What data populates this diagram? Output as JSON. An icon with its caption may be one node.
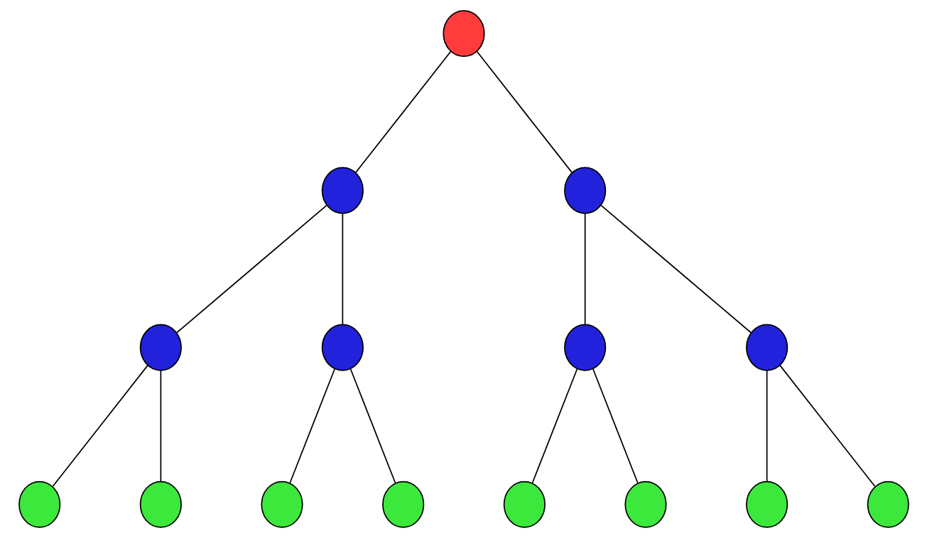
{
  "diagram": {
    "nodes": [
      {
        "text": [],
        "shape": "circle"
      },
      {
        "text": [],
        "shape": "circle"
      },
      {
        "text": [],
        "shape": "circle"
      },
      {
        "text": [],
        "shape": "circle"
      },
      {
        "text": [],
        "shape": "circle"
      },
      {
        "text": [],
        "shape": "circle"
      },
      {
        "text": [],
        "shape": "circle"
      },
      {
        "text": [],
        "shape": "circle"
      },
      {
        "text": [],
        "shape": "circle"
      },
      {
        "text": [],
        "shape": "circle"
      },
      {
        "text": [],
        "shape": "circle"
      },
      {
        "text": [],
        "shape": "circle"
      },
      {
        "text": [],
        "shape": "circle"
      },
      {
        "text": [],
        "shape": "circle"
      },
      {
        "text": [],
        "shape": "circle"
      }
    ],
    "edges": [
      {
        "from": 0,
        "to": 1,
        "arrow": "none"
      },
      {
        "from": 0,
        "to": 2,
        "arrow": "none"
      },
      {
        "from": 1,
        "to": 3,
        "arrow": "none"
      },
      {
        "from": 1,
        "to": 4,
        "arrow": "none"
      },
      {
        "from": 2,
        "to": 5,
        "arrow": "none"
      },
      {
        "from": 2,
        "to": 6,
        "arrow": "none"
      },
      {
        "from": 3,
        "to": 7,
        "arrow": "none"
      },
      {
        "from": 3,
        "to": 8,
        "arrow": "none"
      },
      {
        "from": 4,
        "to": 9,
        "arrow": "none"
      },
      {
        "from": 4,
        "to": 10,
        "arrow": "none"
      },
      {
        "from": 5,
        "to": 11,
        "arrow": "none"
      },
      {
        "from": 5,
        "to": 12,
        "arrow": "none"
      },
      {
        "from": 6,
        "to": 13,
        "arrow": "none"
      },
      {
        "from": 6,
        "to": 14,
        "arrow": "none"
      }
    ]
  }
}
